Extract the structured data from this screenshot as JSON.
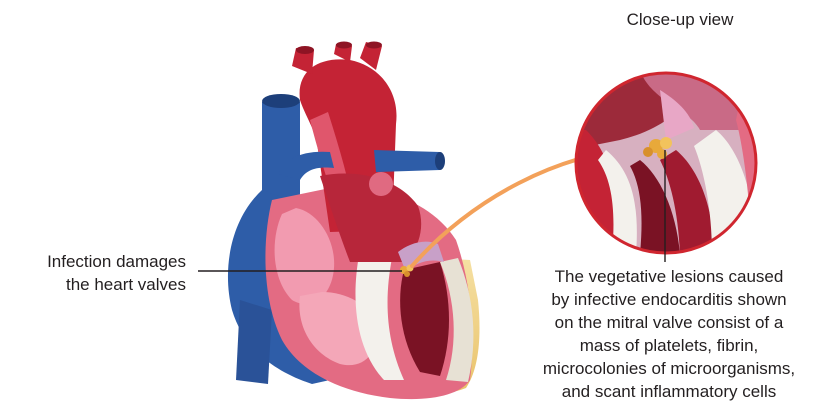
{
  "closeup": {
    "title": "Close-up view"
  },
  "callout_left": {
    "lines": [
      "Infection damages",
      "the heart valves"
    ]
  },
  "callout_right": {
    "lines": [
      "The vegetative lesions caused",
      "by infective endocarditis shown",
      "on the mitral valve consist of a",
      "mass of platelets, fibrin,",
      "microcolonies of microorganisms,",
      "and scant inflammatory cells"
    ]
  },
  "colors": {
    "vein_blue": "#2e5da8",
    "artery_red": "#c42335",
    "myocardium_pink": "#e36b83",
    "chamber_dark": "#7a1224",
    "fat_yellow": "#f1d58a",
    "vegetation_gold": "#e8a93a",
    "arrow_orange": "#f3a15a",
    "magnifier_ring": "#d0262f"
  }
}
